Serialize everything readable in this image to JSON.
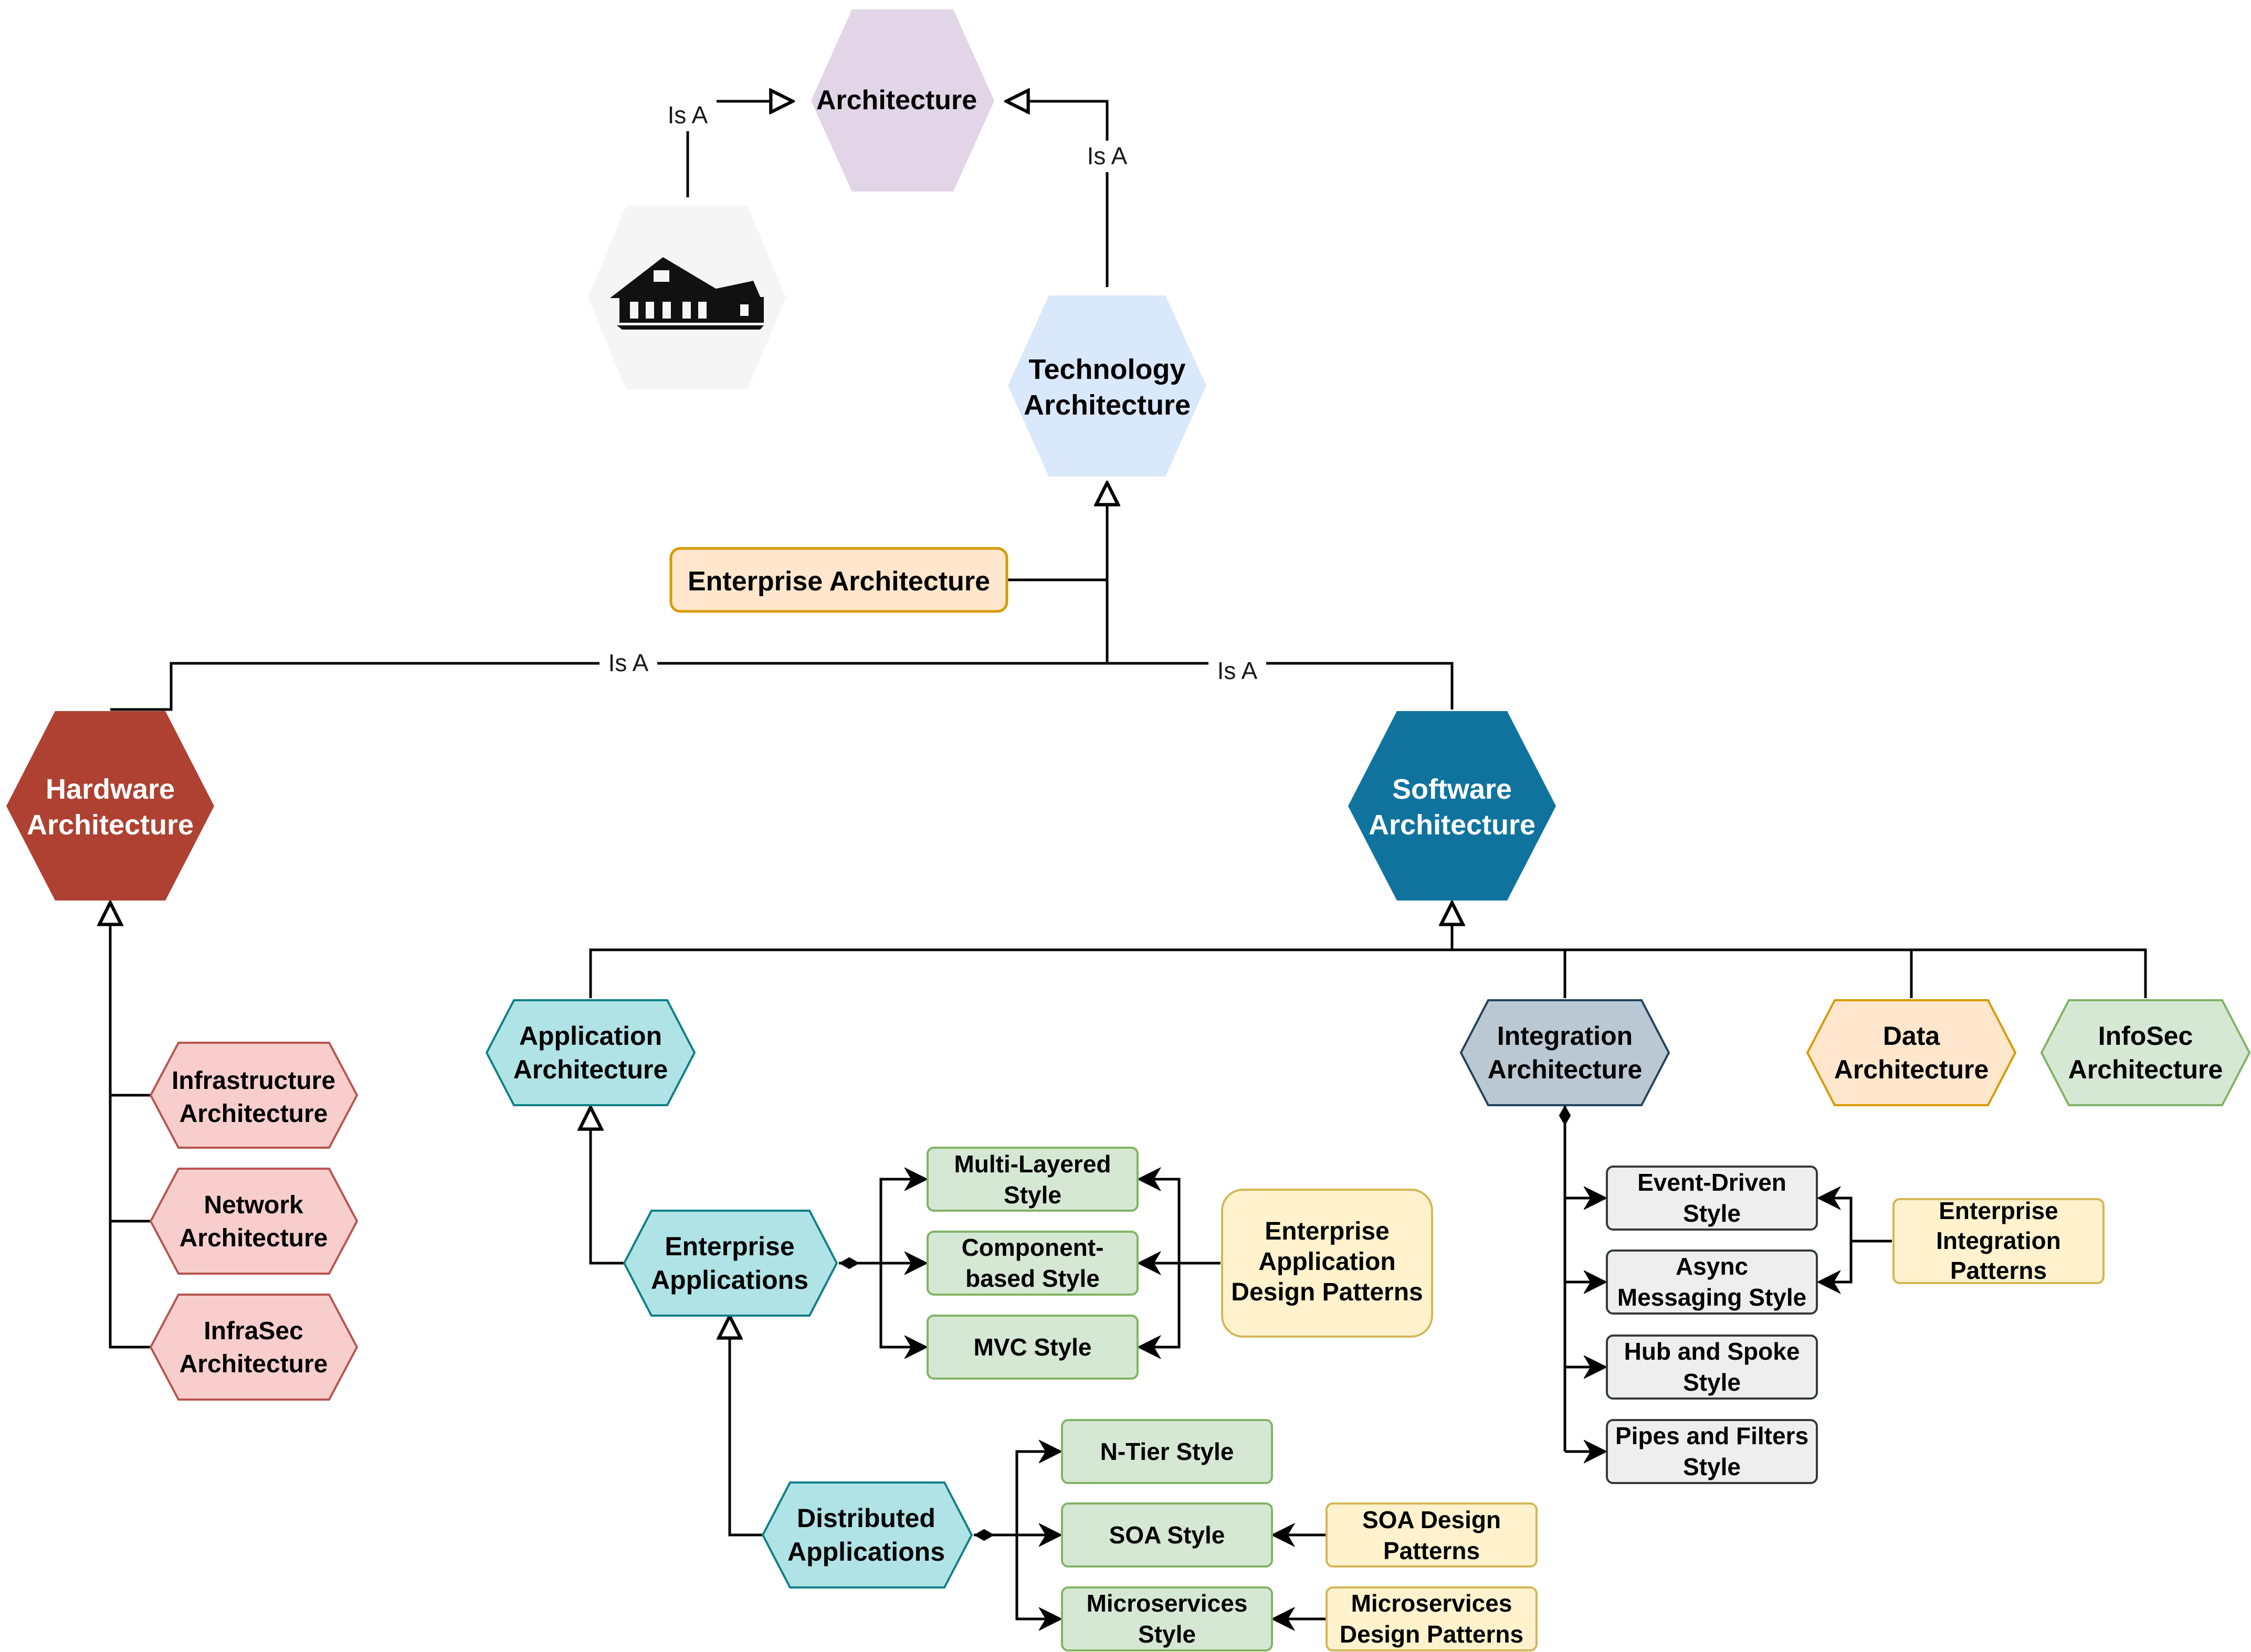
{
  "nodes": {
    "architecture": {
      "label": "Architecture",
      "fill": "#e1d5e7"
    },
    "house": {
      "fill": "#f5f5f5"
    },
    "technology_architecture": {
      "lines": [
        "Technology",
        "Architecture"
      ],
      "fill": "#dae8fc"
    },
    "enterprise_architecture": {
      "label": "Enterprise Architecture",
      "fill": "#ffe6cc",
      "stroke": "#d79b00"
    },
    "hardware_architecture": {
      "lines": [
        "Hardware",
        "Architecture"
      ],
      "fill": "#ae4132"
    },
    "software_architecture": {
      "lines": [
        "Software",
        "Architecture"
      ],
      "fill": "#10739e"
    },
    "infrastructure_architecture": {
      "lines": [
        "Infrastructure",
        "Architecture"
      ]
    },
    "network_architecture": {
      "lines": [
        "Network",
        "Architecture"
      ]
    },
    "infrasec_architecture": {
      "lines": [
        "InfraSec",
        "Architecture"
      ]
    },
    "application_architecture": {
      "lines": [
        "Application",
        "Architecture"
      ]
    },
    "integration_architecture": {
      "lines": [
        "Integration",
        "Architecture"
      ]
    },
    "data_architecture": {
      "lines": [
        "Data",
        "Architecture"
      ]
    },
    "infosec_architecture": {
      "lines": [
        "InfoSec",
        "Architecture"
      ]
    },
    "enterprise_applications": {
      "lines": [
        "Enterprise",
        "Applications"
      ]
    },
    "distributed_applications": {
      "lines": [
        "Distributed",
        "Applications"
      ]
    },
    "multi_layered_style": {
      "lines": [
        "Multi-Layered",
        "Style"
      ]
    },
    "component_based_style": {
      "lines": [
        "Component-",
        "based Style"
      ]
    },
    "mvc_style": {
      "lines": [
        "MVC Style"
      ]
    },
    "enterprise_application_design_patterns": {
      "lines": [
        "Enterprise",
        "Application",
        "Design Patterns"
      ]
    },
    "n_tier_style": {
      "lines": [
        "N-Tier Style"
      ]
    },
    "soa_style": {
      "lines": [
        "SOA Style"
      ]
    },
    "microservices_style": {
      "lines": [
        "Microservices",
        "Style"
      ]
    },
    "soa_design_patterns": {
      "lines": [
        "SOA Design",
        "Patterns"
      ]
    },
    "microservices_design_patterns": {
      "lines": [
        "Microservices",
        "Design Patterns"
      ]
    },
    "event_driven_style": {
      "lines": [
        "Event-Driven",
        "Style"
      ]
    },
    "async_messaging_style": {
      "lines": [
        "Async",
        "Messaging Style"
      ]
    },
    "hub_and_spoke_style": {
      "lines": [
        "Hub and Spoke",
        "Style"
      ]
    },
    "pipes_and_filters_style": {
      "lines": [
        "Pipes and Filters",
        "Style"
      ]
    },
    "enterprise_integration_patterns": {
      "lines": [
        "Enterprise",
        "Integration",
        "Patterns"
      ]
    }
  },
  "edge_labels": {
    "house_is_a": "Is A",
    "technology_is_a": "Is A",
    "hardware_is_a": "Is A",
    "software_is_a": "Is A"
  }
}
